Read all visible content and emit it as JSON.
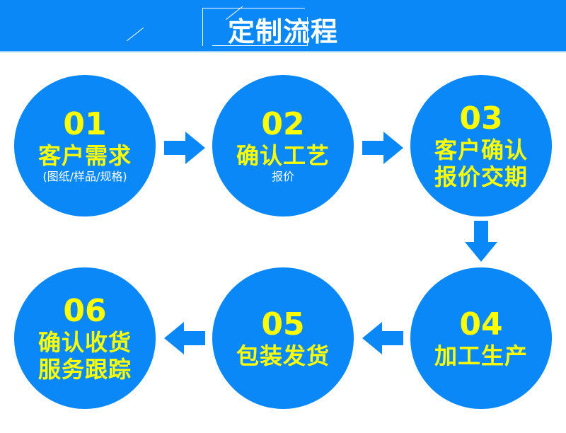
{
  "title": "定制流程",
  "colors": {
    "primary": "#0a88f8",
    "text_yellow": "#ffff00"
  },
  "steps": [
    {
      "num": "01",
      "label": "客户需求",
      "sub": "(图纸/样品/规格)"
    },
    {
      "num": "02",
      "label": "确认工艺",
      "sub": "报价"
    },
    {
      "num": "03",
      "label": "客户确认",
      "label2": "报价交期"
    },
    {
      "num": "04",
      "label": "加工生产"
    },
    {
      "num": "05",
      "label": "包装发货"
    },
    {
      "num": "06",
      "label": "确认收货",
      "label2": "服务跟踪"
    }
  ]
}
